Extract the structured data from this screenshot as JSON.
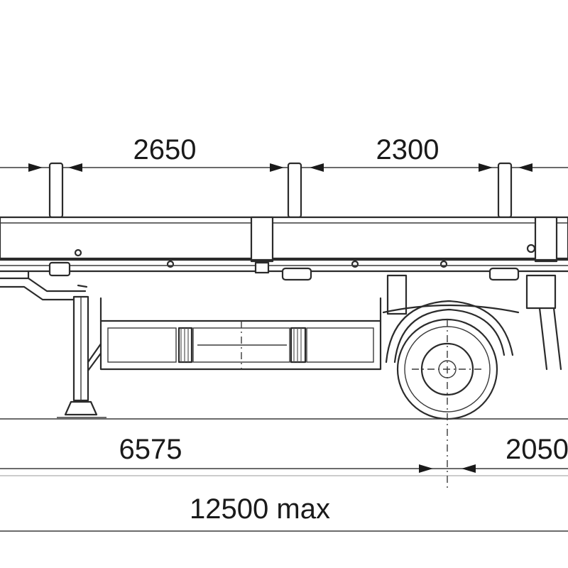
{
  "dimensions": {
    "top_span_1": "2650",
    "top_span_2": "2300",
    "bottom_left": "6575",
    "bottom_right": "2050",
    "overall": "12500 max"
  },
  "colors": {
    "line": "#2b2b2b",
    "background": "#ffffff"
  }
}
